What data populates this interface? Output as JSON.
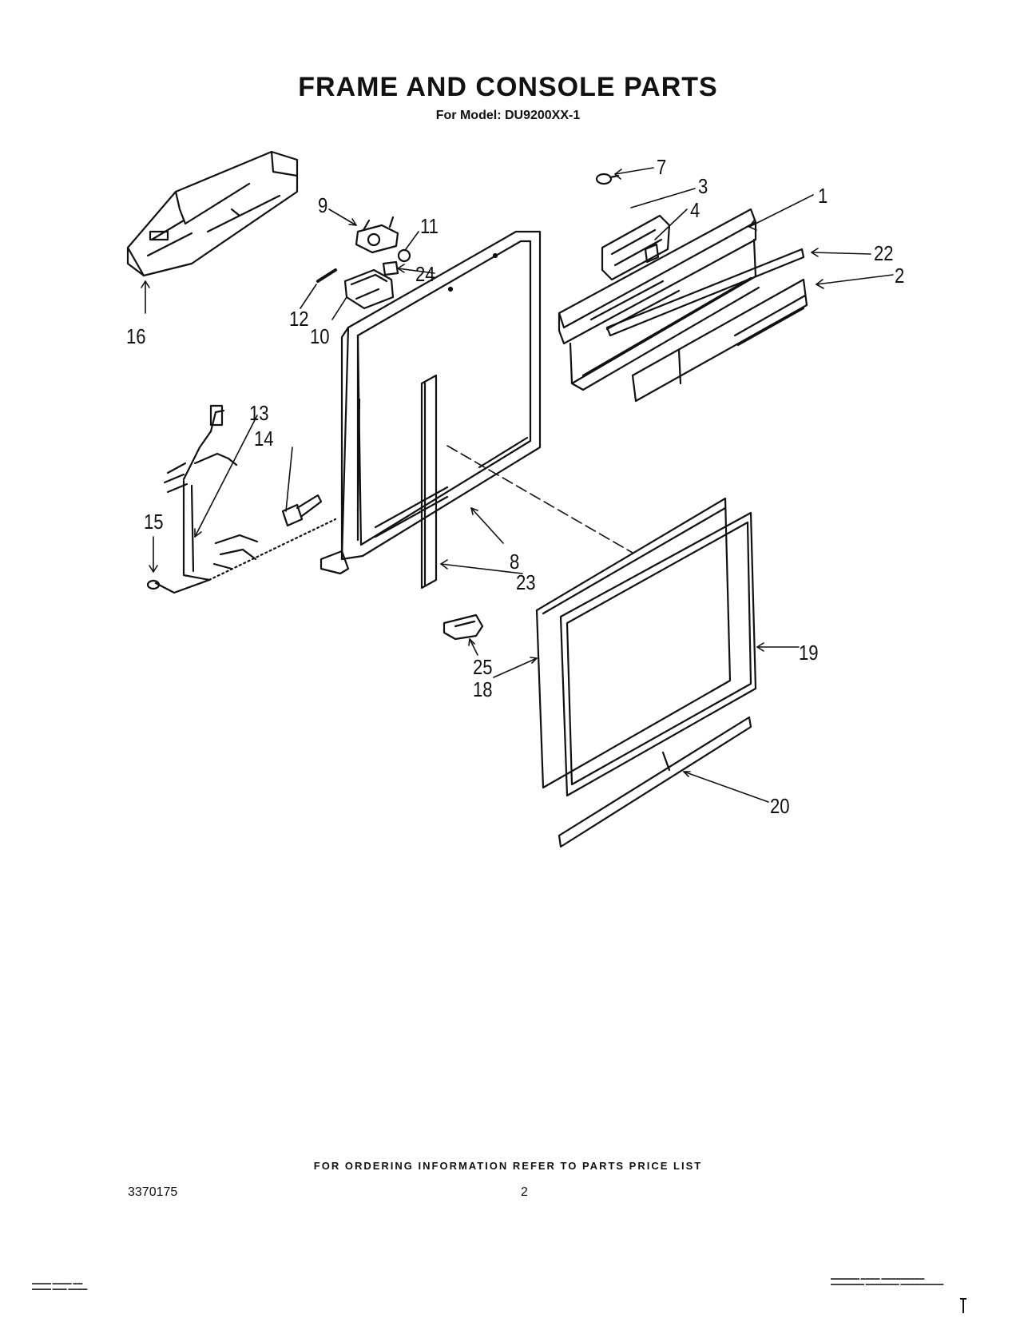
{
  "title": "FRAME AND CONSOLE PARTS",
  "subtitle": "For Model: DU9200XX-1",
  "callouts": {
    "c1": "1",
    "c2": "2",
    "c3": "3",
    "c4": "4",
    "c7": "7",
    "c8": "8",
    "c9": "9",
    "c10": "10",
    "c11": "11",
    "c12": "12",
    "c13": "13",
    "c14": "14",
    "c15": "15",
    "c16": "16",
    "c18": "18",
    "c19": "19",
    "c20": "20",
    "c22": "22",
    "c23": "23",
    "c24": "24",
    "c25": "25"
  },
  "footer": {
    "ordering_note": "FOR ORDERING INFORMATION REFER TO PARTS PRICE LIST",
    "document_number": "3370175",
    "page_number": "2"
  }
}
